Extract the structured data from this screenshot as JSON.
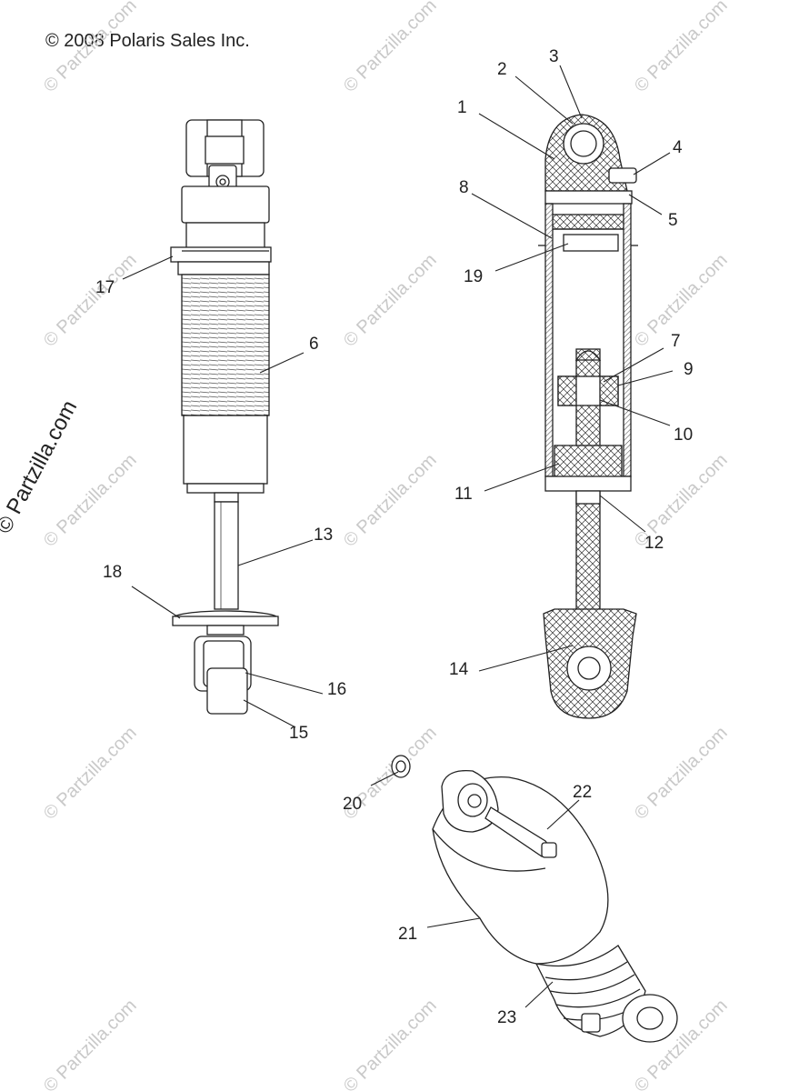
{
  "copyright": "© 2008 Polaris Sales Inc.",
  "brand_vertical": "© Partzilla.com",
  "watermark_text": "© Partzilla.com",
  "callouts": [
    "1",
    "2",
    "3",
    "4",
    "5",
    "6",
    "7",
    "8",
    "9",
    "10",
    "11",
    "12",
    "13",
    "14",
    "15",
    "16",
    "17",
    "18",
    "19",
    "20",
    "21",
    "22",
    "23"
  ]
}
